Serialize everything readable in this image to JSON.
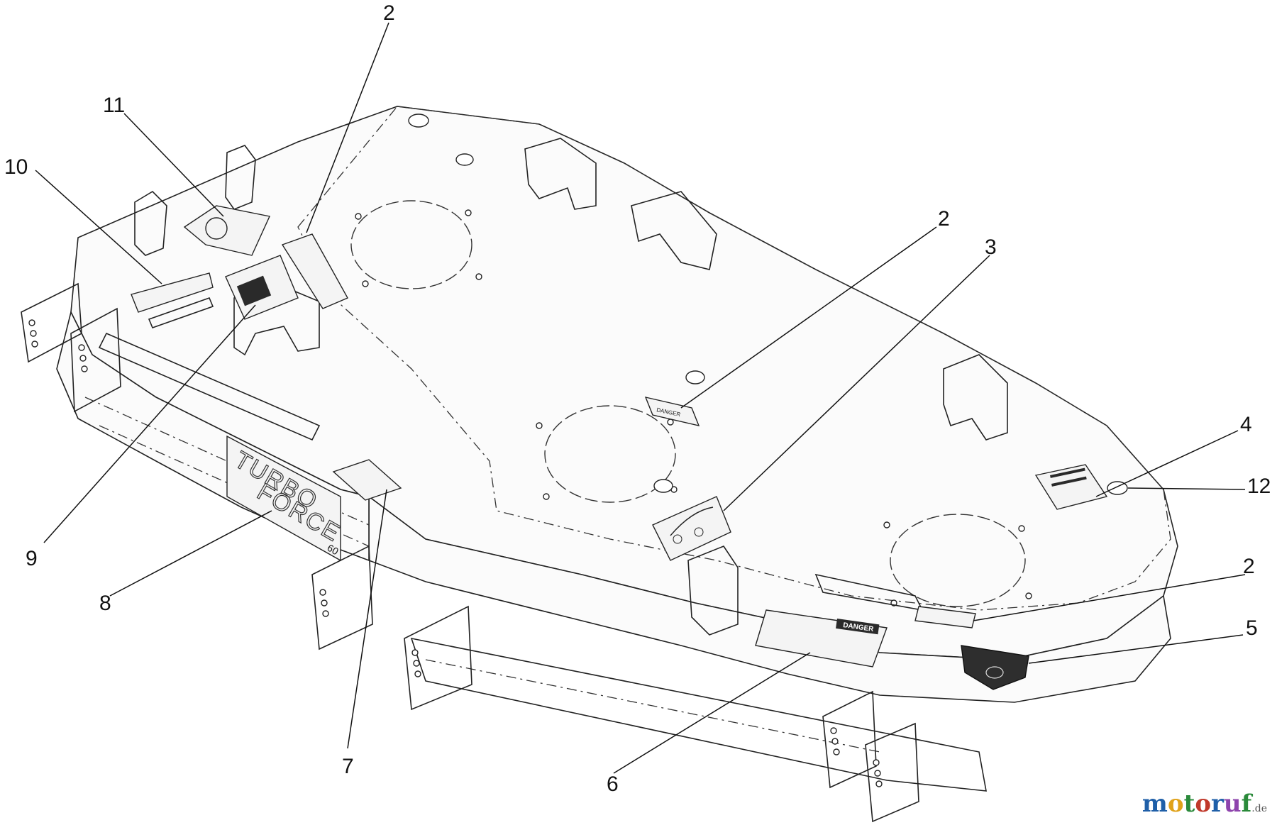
{
  "diagram": {
    "callouts": [
      {
        "id": "c2a",
        "label": "2"
      },
      {
        "id": "c11",
        "label": "11"
      },
      {
        "id": "c10",
        "label": "10"
      },
      {
        "id": "c2b",
        "label": "2"
      },
      {
        "id": "c3",
        "label": "3"
      },
      {
        "id": "c4",
        "label": "4"
      },
      {
        "id": "c12",
        "label": "12"
      },
      {
        "id": "c2c",
        "label": "2"
      },
      {
        "id": "c5",
        "label": "5"
      },
      {
        "id": "c9",
        "label": "9"
      },
      {
        "id": "c8",
        "label": "8"
      },
      {
        "id": "c7",
        "label": "7"
      },
      {
        "id": "c6",
        "label": "6"
      }
    ],
    "deck_text": {
      "brand_line1": "TURBO",
      "brand_line2": "FORCE",
      "size": "60",
      "danger": "DANGER"
    }
  },
  "watermark": {
    "letters": [
      {
        "ch": "m",
        "color": "#1f5fa8"
      },
      {
        "ch": "o",
        "color": "#e0a21a"
      },
      {
        "ch": "t",
        "color": "#2a8a3a"
      },
      {
        "ch": "o",
        "color": "#c0392b"
      },
      {
        "ch": "r",
        "color": "#1f5fa8"
      },
      {
        "ch": "u",
        "color": "#8e44ad"
      },
      {
        "ch": "f",
        "color": "#2a8a3a"
      }
    ],
    "suffix": ".de"
  }
}
